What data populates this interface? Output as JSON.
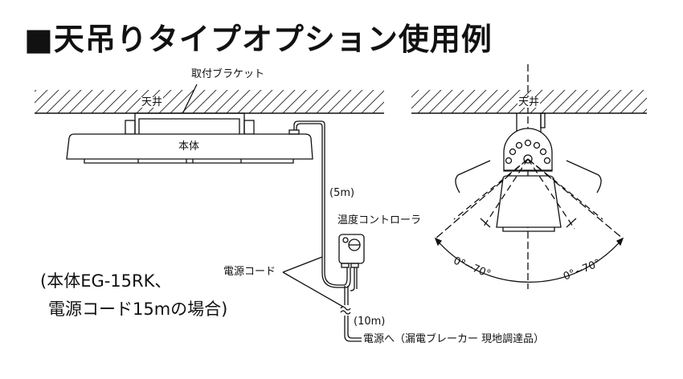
{
  "title": "■天吊りタイプオプション使用例",
  "left_diagram": {
    "bracket_label": "取付ブラケット",
    "ceiling_label": "天井",
    "body_label": "本体",
    "cord_5m": "(5m)",
    "controller_label": "温度コントローラ",
    "power_cord_label": "電源コード",
    "cord_10m": "(10m)",
    "power_source_label": "電源へ（漏電ブレーカー 現地調達品）",
    "note_line1": "(本体EG-15RK、",
    "note_line2": "電源コード15mの場合)"
  },
  "right_diagram": {
    "ceiling_label": "天井",
    "angle_left": "0°~70°",
    "angle_right": "0°~70°"
  }
}
